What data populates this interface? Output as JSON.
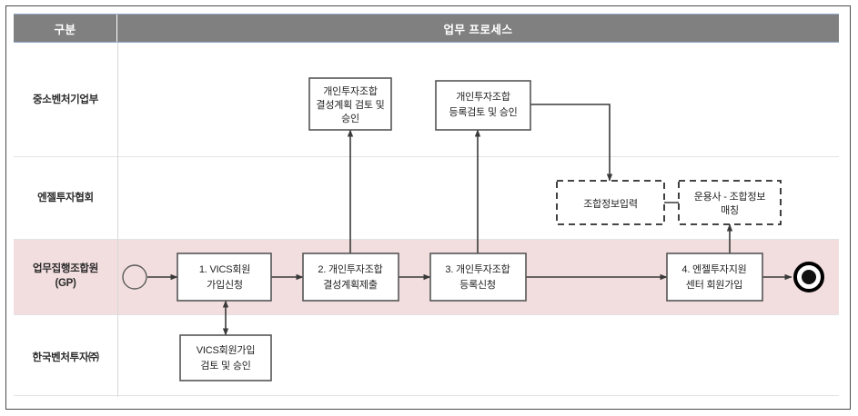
{
  "header": {
    "col_category": "구분",
    "col_process": "업무 프로세스"
  },
  "rows": [
    {
      "id": "smba",
      "label_line1": "중소벤처기업부",
      "label_line2": ""
    },
    {
      "id": "kban",
      "label_line1": "엔젤투자협회",
      "label_line2": ""
    },
    {
      "id": "gp",
      "label_line1": "업무집행조합원",
      "label_line2": "(GP)"
    },
    {
      "id": "kvic",
      "label_line1": "한국벤처투자㈜",
      "label_line2": ""
    }
  ],
  "nodes": {
    "review_plan": {
      "line1": "개인투자조합",
      "line2": "결성계획 검토 및",
      "line3": "승인"
    },
    "review_register": {
      "line1": "개인투자조합",
      "line2": "등록검토 및 승인",
      "line3": ""
    },
    "fund_info_input": {
      "line1": "조합정보입력",
      "line2": "",
      "line3": ""
    },
    "gp_fund_matching": {
      "line1": "운용사 - 조합정보",
      "line2": "매칭",
      "line3": ""
    },
    "step1": {
      "line1": "1. VICS회원",
      "line2": "가입신청",
      "line3": ""
    },
    "step2": {
      "line1": "2. 개인투자조합",
      "line2": "결성계획제출",
      "line3": ""
    },
    "step3": {
      "line1": "3. 개인투자조합",
      "line2": "등록신청",
      "line3": ""
    },
    "step4": {
      "line1": "4. 엔젤투자지원",
      "line2": "센터 회원가입",
      "line3": ""
    },
    "vics_review": {
      "line1": "VICS회원가입",
      "line2": "검토 및 승인",
      "line3": ""
    }
  },
  "markers": {
    "start_event": "start-circle",
    "end_event": "end-circle"
  },
  "colors": {
    "header_bg": "#808080",
    "header_text": "#ffffff",
    "header_accent": "#8fa9c9",
    "gp_highlight": "#f2dede",
    "node_stroke": "#555555",
    "node_fill": "#ffffff",
    "dashed_stroke": "#2b2b2b",
    "connector": "#3a3a3a",
    "grid_line": "#e3e3e3",
    "frame": "#4a4a4a"
  }
}
